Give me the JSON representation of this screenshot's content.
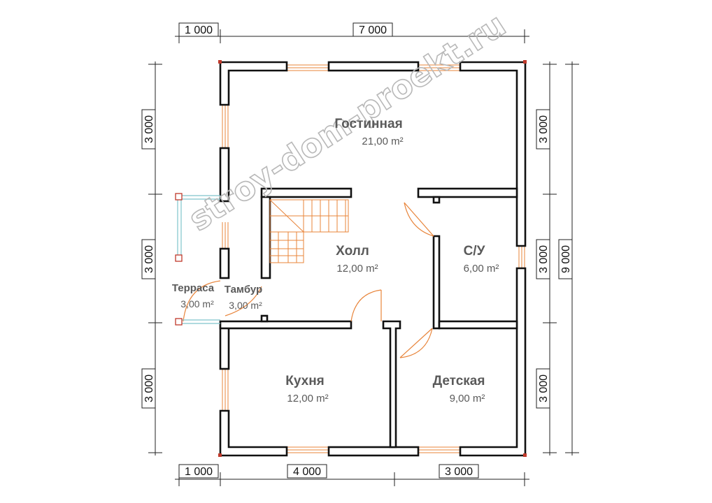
{
  "watermark": "stroy-dom-proekt.ru",
  "rooms": {
    "living": {
      "name": "Гостинная",
      "area": "21,00 m²"
    },
    "hall": {
      "name": "Холл",
      "area": "12,00 m²"
    },
    "bathroom": {
      "name": "С/У",
      "area": "6,00 m²"
    },
    "terrace": {
      "name": "Терраса",
      "area": "3,00 m²"
    },
    "vestibule": {
      "name": "Тамбур",
      "area": "3,00 m²"
    },
    "kitchen": {
      "name": "Кухня",
      "area": "12,00 m²"
    },
    "kids": {
      "name": "Детская",
      "area": "9,00 m²"
    }
  },
  "dimensions": {
    "top_left": "1 000",
    "top_main": "7 000",
    "bottom_left": "1 000",
    "bottom_mid": "4 000",
    "bottom_right": "3 000",
    "left_top": "3 000",
    "left_mid": "3 000",
    "left_bottom": "3 000",
    "right_top": "3 000",
    "right_mid": "3 000",
    "right_bottom": "3 000",
    "right_total": "9 000"
  },
  "colors": {
    "wall": "#111111",
    "window": "#e8843a",
    "door": "#e8843a",
    "stair": "#e8843a",
    "railing": "#7fc4cc",
    "post": "#c0392b"
  }
}
